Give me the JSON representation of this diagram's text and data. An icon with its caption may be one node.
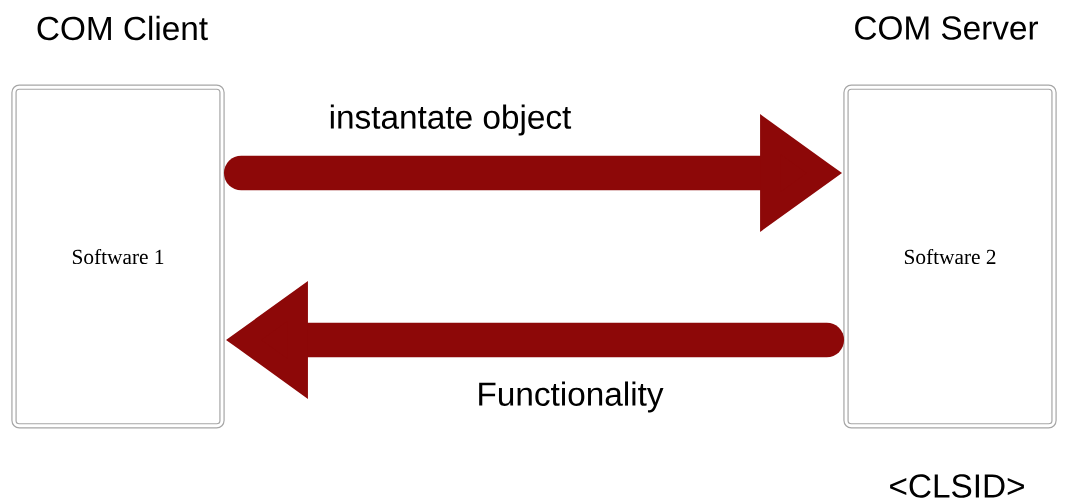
{
  "diagram": {
    "nodes": [
      {
        "text": [
          "COM Client",
          "Software 1"
        ]
      },
      {
        "text": [
          "COM Server",
          "Software 2"
        ],
        "beside": [
          "<CLSID>"
        ]
      }
    ],
    "edges": [
      {
        "from": 0,
        "to": 1,
        "arrow": "to",
        "label": "instantate object"
      },
      {
        "from": 1,
        "to": 0,
        "arrow": "to",
        "label": "Functionality"
      }
    ]
  }
}
